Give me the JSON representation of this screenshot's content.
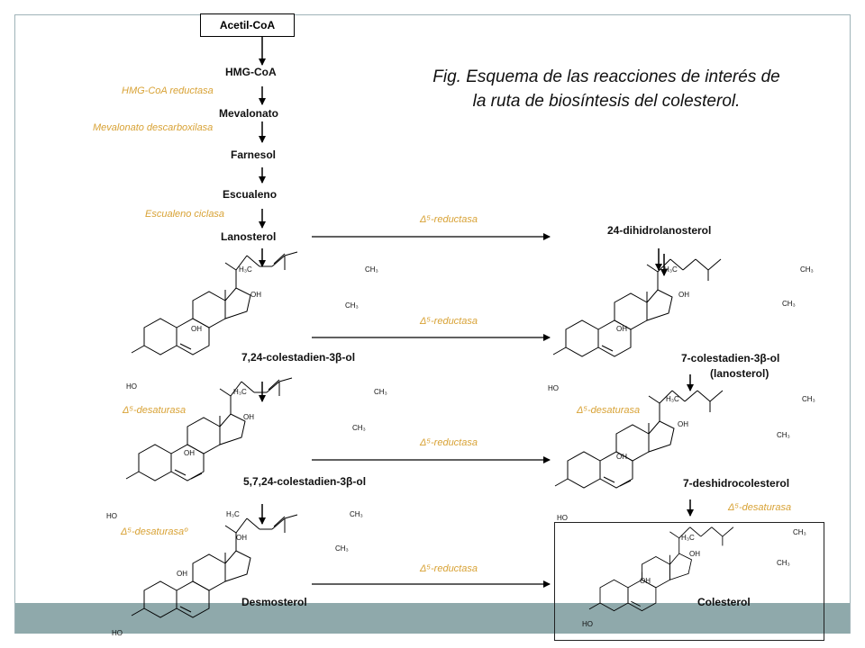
{
  "figure": {
    "title": "Fig. Esquema de las reacciones de interés de la ruta de biosíntesis del colesterol."
  },
  "compounds": {
    "acetil_coa": "Acetil-CoA",
    "hmg_coa": "HMG-CoA",
    "mevalonato": "Mevalonato",
    "farnesol": "Farnesol",
    "escualeno": "Escualeno",
    "lanosterol": "Lanosterol",
    "colestadien_7_24": "7,24-colestadien-3β-ol",
    "colestadien_5_7_24": "5,7,24-colestadien-3β-ol",
    "desmosterol": "Desmosterol",
    "dihidrolanosterol": "24-dihidrolanosterol",
    "colestadien_7": "7-colestadien-3β-ol",
    "colestadien_7_note": "(lanosterol)",
    "deshidrocolesterol": "7-deshidrocolesterol",
    "colesterol": "Colesterol"
  },
  "enzymes": {
    "hmg_reductasa": "HMG-CoA reductasa",
    "mev_descarboxilasa": "Mevalonato descarboxilasa",
    "escualeno_ciclasa": "Escualeno ciclasa",
    "reductasa": "Δ⁵-reductasa",
    "desaturasa": "Δ⁵-desaturasa",
    "desaturasa_o": "Δ⁵-desaturasaº"
  },
  "atoms": {
    "h3c": "H₃C",
    "ch3": "CH₃",
    "oh": "OH",
    "ho": "HO"
  },
  "colors": {
    "enzyme_text": "#d8a235",
    "bottom_band": "#8fa9ab",
    "frame": "#9fb3b8"
  }
}
